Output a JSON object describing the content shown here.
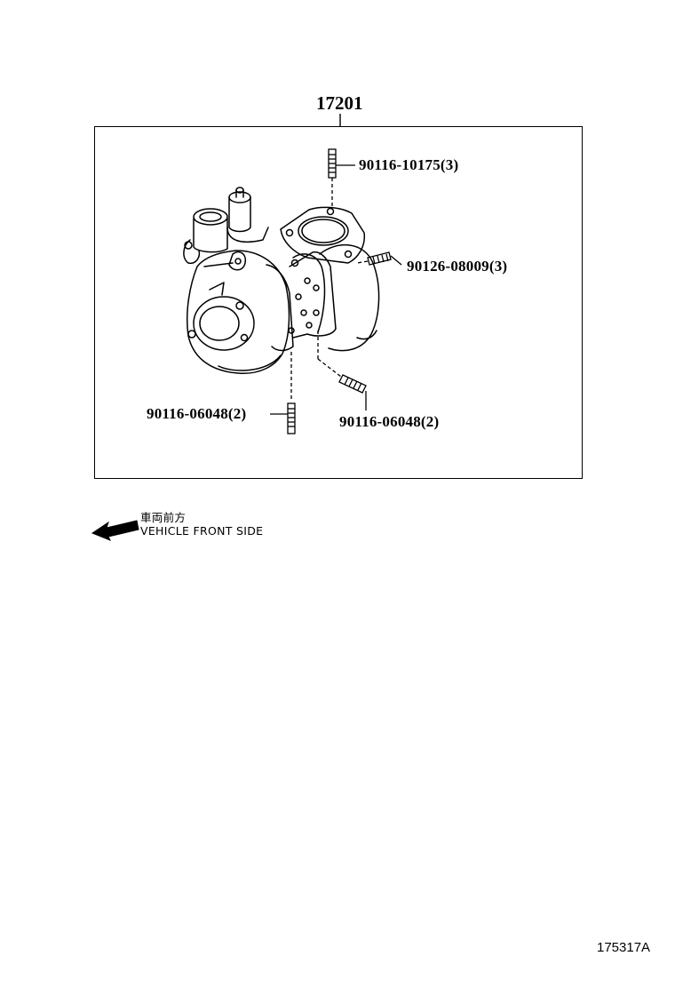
{
  "diagram": {
    "assembly_part_number": "17201",
    "callouts": [
      {
        "id": "stud-top",
        "label": "90116-10175(3)"
      },
      {
        "id": "stud-flange",
        "label": "90126-08009(3)"
      },
      {
        "id": "stud-bottom-left",
        "label": "90116-06048(2)"
      },
      {
        "id": "stud-bottom-right",
        "label": "90116-06048(2)"
      }
    ],
    "direction": {
      "label_jp": "車両前方",
      "label_en": "VEHICLE FRONT SIDE",
      "icon": "arrow-left-icon"
    },
    "figure_number": "175317A"
  }
}
